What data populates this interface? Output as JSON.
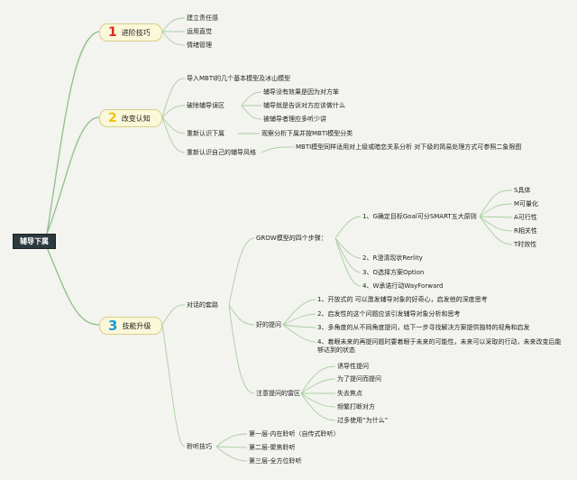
{
  "root": "辅导下属",
  "branches": [
    {
      "num": "1",
      "label": "进阶技巧",
      "items": [
        "建立责任感",
        "运用直觉",
        "情绪管理"
      ]
    },
    {
      "num": "2",
      "label": "改变认知",
      "items": [
        "导入MBTI的几个基本模型及冰山模型",
        "破除辅导误区",
        "重新认识下属",
        "重新认识自己的辅导风格"
      ],
      "myths": [
        "辅导没有效果是因为对方笨",
        "辅导就是告诉对方应该做什么",
        "被辅导者理应多听少讲"
      ],
      "observe": "观察分析下属并按MBTI模型分类",
      "style_note": "MBTI模型同样适用对上级或暗恋关系分析 对下级的简易处理方式可参照二象限图"
    },
    {
      "num": "3",
      "label": "技能升级",
      "sub": [
        "对话的套路",
        "聆听技巧"
      ],
      "grow": "GROW模型的四个步骤：",
      "grow_steps": [
        "1、G确定目标Goal可分SMART五大原则",
        "2、R澄清现状Rerlity",
        "3、O选择方案Option",
        "4、W承诺行动WayForward"
      ],
      "smart": [
        "S具体",
        "M可量化",
        "A可行性",
        "R相关性",
        "T时效性"
      ],
      "good_q": "好的提问",
      "good_q_items": [
        "1、开放式的 可以激发辅导对象的好奇心，启发他的深度思考",
        "2、启发性的这个问题应该引发辅导对象分析和思考",
        "3、多角度的从不同角度提问，给下一步寻找解决方案提供独特的视角和启发",
        "4、着眼未来的再提问题时要着眼于未来的可能性，未来可以采取的行动，未来改变后能够达到的状态"
      ],
      "pitfall": "注意提问的雷区",
      "pitfall_items": [
        "诱导性提问",
        "为了提问而提问",
        "失去焦点",
        "频繁打断对方",
        "过多使用“为什么”"
      ],
      "listen_items": [
        "第一层-内在聆听（自传式聆听）",
        "第二层-聚焦聆听",
        "第三层-全方位聆听"
      ]
    }
  ]
}
